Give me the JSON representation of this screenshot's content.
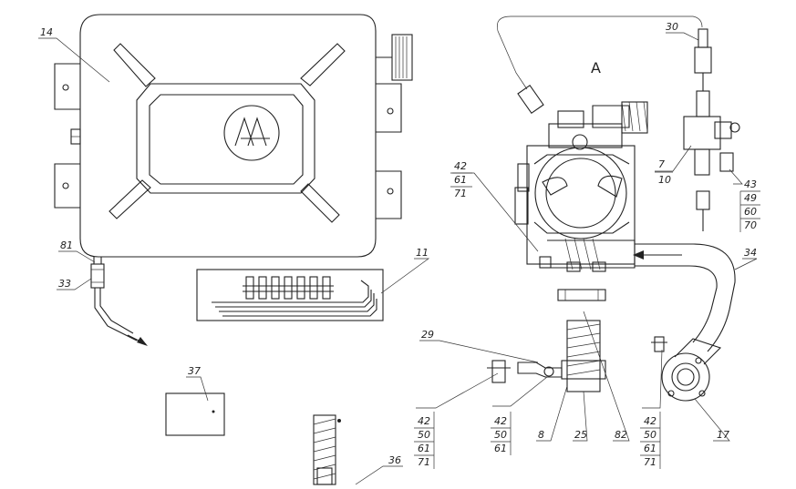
{
  "view_label": "A",
  "callouts": {
    "c14": "14",
    "c81": "81",
    "c33": "33",
    "c11": "11",
    "c37": "37",
    "c36": "36",
    "c29": "29",
    "c8": "8",
    "c25": "25",
    "c82": "82",
    "c17": "17",
    "c34": "34",
    "c30": "30",
    "c7": "7",
    "c10": "10"
  },
  "stacks": {
    "s1": [
      "42",
      "61",
      "71"
    ],
    "s2": [
      "43",
      "49",
      "60",
      "70"
    ],
    "s3": [
      "42",
      "50",
      "61",
      "71"
    ],
    "s4": [
      "42",
      "50",
      "61"
    ],
    "s5": [
      "42",
      "50",
      "61",
      "71"
    ]
  }
}
